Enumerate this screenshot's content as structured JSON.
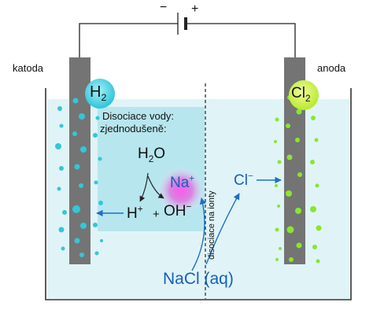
{
  "battery": {
    "minus": "−",
    "plus": "+"
  },
  "electrodes": {
    "cathode": {
      "label": "katoda",
      "gas_main": "H",
      "gas_sub": "2",
      "bubble_color": "#33c7d8"
    },
    "anode": {
      "label": "anoda",
      "gas_main": "Cl",
      "gas_sub": "2",
      "bubble_color": "#8ae62e"
    }
  },
  "water_box": {
    "line1": "Disociace vody:",
    "line2": "zjednodušeně:",
    "h2o": "H",
    "h2o_sub": "2",
    "h2o_o": "O",
    "h_ion": "H",
    "h_charge": "+",
    "plus_sign": "+",
    "oh_ion": "OH",
    "oh_charge": "−"
  },
  "ions": {
    "na": "Na",
    "na_charge": "+",
    "cl": "Cl",
    "cl_charge": "−"
  },
  "salt": "NaCl (aq)",
  "membrane_label": "disociace na ionty",
  "colors": {
    "electrolyte": "#e0f4f7",
    "water_box": "#b7e6ee",
    "electrode": "#747474",
    "wire": "#222222",
    "arrow_blue": "#1f6fc4",
    "text_blue": "#1560bd",
    "na_glow": "#ee22cc"
  }
}
